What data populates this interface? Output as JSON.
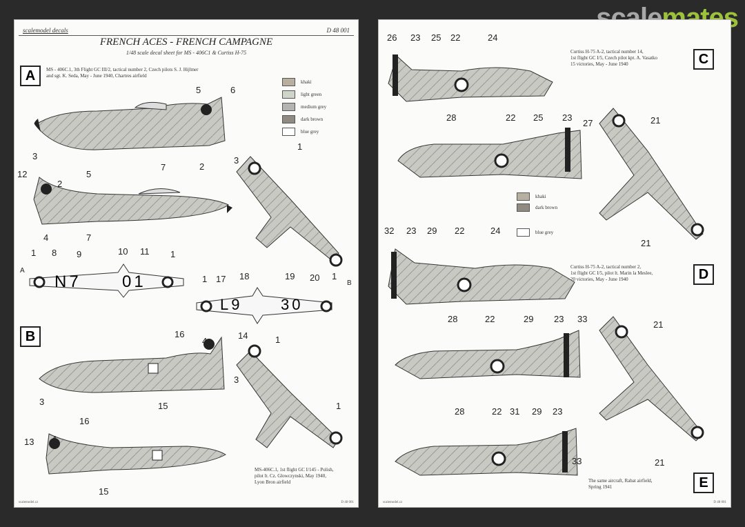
{
  "watermark": {
    "part1": "scale",
    "part2": "mates"
  },
  "left_sheet": {
    "header_left": "scalemodel decals",
    "header_right": "D 48 001",
    "title": "FRENCH ACES - FRENCH CAMPAGNE",
    "subtitle": "1/48 scale decal sheet for MS - 406C1 & Curtiss H-75",
    "section_a": "A",
    "section_b": "B",
    "note_a": [
      "MS - 406C.1, 3th Flight GC III/2, tactical number 2, Czech pilots S. J. Hijlmer",
      "and sgt. K. Seda, May - June 1940, Chartres airfield"
    ],
    "note_b": [
      "MS-406C.1, 1st flight GC I/145 - Polish,",
      "pilot lt. Cz. Glowczynski, May 1940,",
      "Lyon Bron airfield"
    ],
    "legend": [
      {
        "label": "khaki",
        "color": "#b7b0a0"
      },
      {
        "label": "light green",
        "color": "#cfd5c8"
      },
      {
        "label": "medium grey",
        "color": "#b4b4b4"
      },
      {
        "label": "dark brown",
        "color": "#8f8a82"
      },
      {
        "label": "blue grey",
        "color": "#ffffff"
      }
    ],
    "letters_a": "N7",
    "numbers_a": "01",
    "letters_b": "L9",
    "numbers_b": "30",
    "wing_label_a": "A",
    "wing_label_b": "B",
    "callouts": [
      "5",
      "6",
      "2",
      "7",
      "3",
      "1",
      "3",
      "12",
      "5",
      "2",
      "4",
      "7",
      "1",
      "8",
      "9",
      "10",
      "11",
      "1",
      "1",
      "17",
      "18",
      "19",
      "20",
      "1",
      "16",
      "4",
      "14",
      "1",
      "3",
      "15",
      "1",
      "3",
      "16",
      "13",
      "4",
      "15"
    ],
    "footer_left": "scalemodel.cz",
    "footer_right": "D 48 001"
  },
  "right_sheet": {
    "section_c": "C",
    "section_d": "D",
    "section_e": "E",
    "note_c": [
      "Curtiss H-75 A-2, tactical number 14,",
      "1st flight GC I/5, Czech pilot kpt. A. Vasatko",
      "15 victories, May - June 1940"
    ],
    "note_d": [
      "Curtiss H-75 A-2, tactical number 2,",
      "1st flight GC I/5, pilot lt. Marin la Meslee,",
      "20 victories, May - June 1940"
    ],
    "note_e": [
      "The same aircraft, Rabat airfield,",
      "Spring 1941"
    ],
    "legend": [
      {
        "label": "khaki",
        "color": "#b7b0a0"
      },
      {
        "label": "dark brown",
        "color": "#8f8a82"
      },
      {
        "label": "blue grey",
        "color": "#ffffff"
      }
    ],
    "callouts": [
      "26",
      "23",
      "25",
      "22",
      "24",
      "28",
      "22",
      "25",
      "23",
      "27",
      "21",
      "21",
      "32",
      "23",
      "29",
      "22",
      "24",
      "28",
      "22",
      "29",
      "23",
      "33",
      "21",
      "28",
      "22",
      "31",
      "29",
      "23",
      "33",
      "21"
    ],
    "footer_left": "scalemodel.cz",
    "footer_right": "D 48 001"
  }
}
